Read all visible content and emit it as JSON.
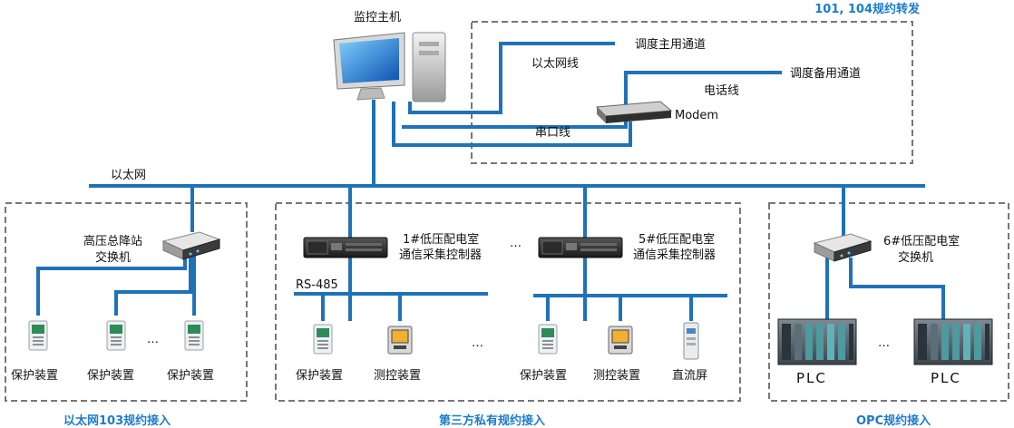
{
  "top": {
    "host_label": "监控主机",
    "region_label": "101, 104规约转发",
    "ethernet_cable_label": "以太网线",
    "main_channel_label": "调度主用通道",
    "backup_channel_label": "调度备用通道",
    "phone_line_label": "电话线",
    "modem_label": "Modem",
    "serial_line_label": "串口线"
  },
  "bus_label": "以太网",
  "left_group": {
    "switch_label_line1": "高压总降站",
    "switch_label_line2": "交换机",
    "devices": [
      "保护装置",
      "保护装置",
      "保护装置"
    ],
    "ellipsis": "…",
    "caption": "以太网103规约接入"
  },
  "middle_group": {
    "controller1_line1": "1#低压配电室",
    "controller1_line2": "通信采集控制器",
    "controller5_line1": "5#低压配电室",
    "controller5_line2": "通信采集控制器",
    "rs485_label": "RS-485",
    "devices_left": [
      "保护装置",
      "测控装置"
    ],
    "devices_right": [
      "保护装置",
      "测控装置",
      "直流屏"
    ],
    "ellipsis": "…",
    "caption": "第三方私有规约接入"
  },
  "right_group": {
    "switch_label_line1": "6#低压配电室",
    "switch_label_line2": "交换机",
    "plc_labels": [
      "PLC",
      "PLC"
    ],
    "ellipsis": "…",
    "caption": "OPC规约接入"
  },
  "colors": {
    "link": "#1f72b8",
    "caption": "#1a7bd0",
    "frame": "#777777"
  }
}
